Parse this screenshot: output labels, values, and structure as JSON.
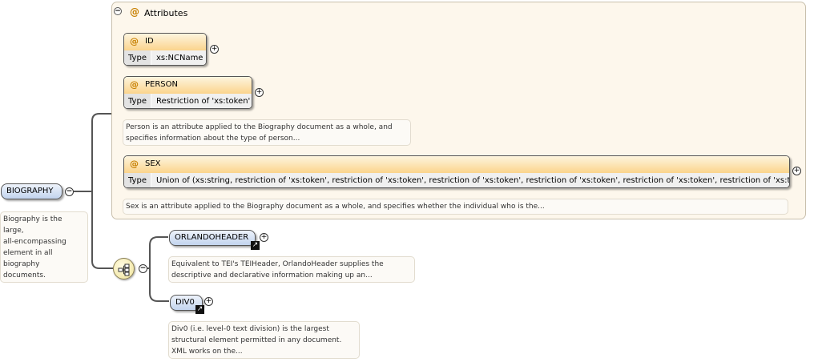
{
  "attributes_panel": {
    "toggle": "−",
    "at_symbol": "@",
    "title": "Attributes"
  },
  "attributes": [
    {
      "name": "ID",
      "type_label": "Type",
      "type_value": "xs:NCName",
      "expand": "+"
    },
    {
      "name": "PERSON",
      "type_label": "Type",
      "type_value": "Restriction of 'xs:token'",
      "expand": "+"
    },
    {
      "name": "SEX",
      "type_label": "Type",
      "type_value": "Union of (xs:string, restriction of 'xs:token', restriction of 'xs:token', restriction of 'xs:token', restriction of 'xs:token', restriction of 'xs:token', restriction of 'xs:token')",
      "expand": "+"
    }
  ],
  "attribute_notes": [
    {
      "lines": [
        "Person is an attribute applied to the Biography document as a whole, and",
        "specifies information about the type of person..."
      ]
    },
    {
      "lines": [
        "Sex is an attribute applied to the Biography document as a whole, and specifies whether the individual who is the..."
      ]
    }
  ],
  "root": {
    "name": "BIOGRAPHY",
    "toggle": "−",
    "note_lines": [
      "Biography is the",
      "large,",
      "all-encompassing",
      "element in all",
      "biography",
      "documents."
    ]
  },
  "sequence": {
    "toggle": "−"
  },
  "children": [
    {
      "name": "ORLANDOHEADER",
      "expand": "+",
      "link": "↗",
      "note_lines": [
        "Equivalent to TEI's TEIHeader, OrlandoHeader supplies the",
        "descriptive and declarative information making up an..."
      ]
    },
    {
      "name": "DIV0",
      "expand": "+",
      "link": "↗",
      "note_lines": [
        "Div0 (i.e. level-0 text division) is the largest",
        "structural element permitted in any document.",
        "XML works on the..."
      ]
    }
  ],
  "colors": {
    "attribute_header": "#fbd48c",
    "element_fill": "#c2d4ee",
    "panel_bg": "#fdf7ec",
    "at_symbol": "#c77f00"
  }
}
